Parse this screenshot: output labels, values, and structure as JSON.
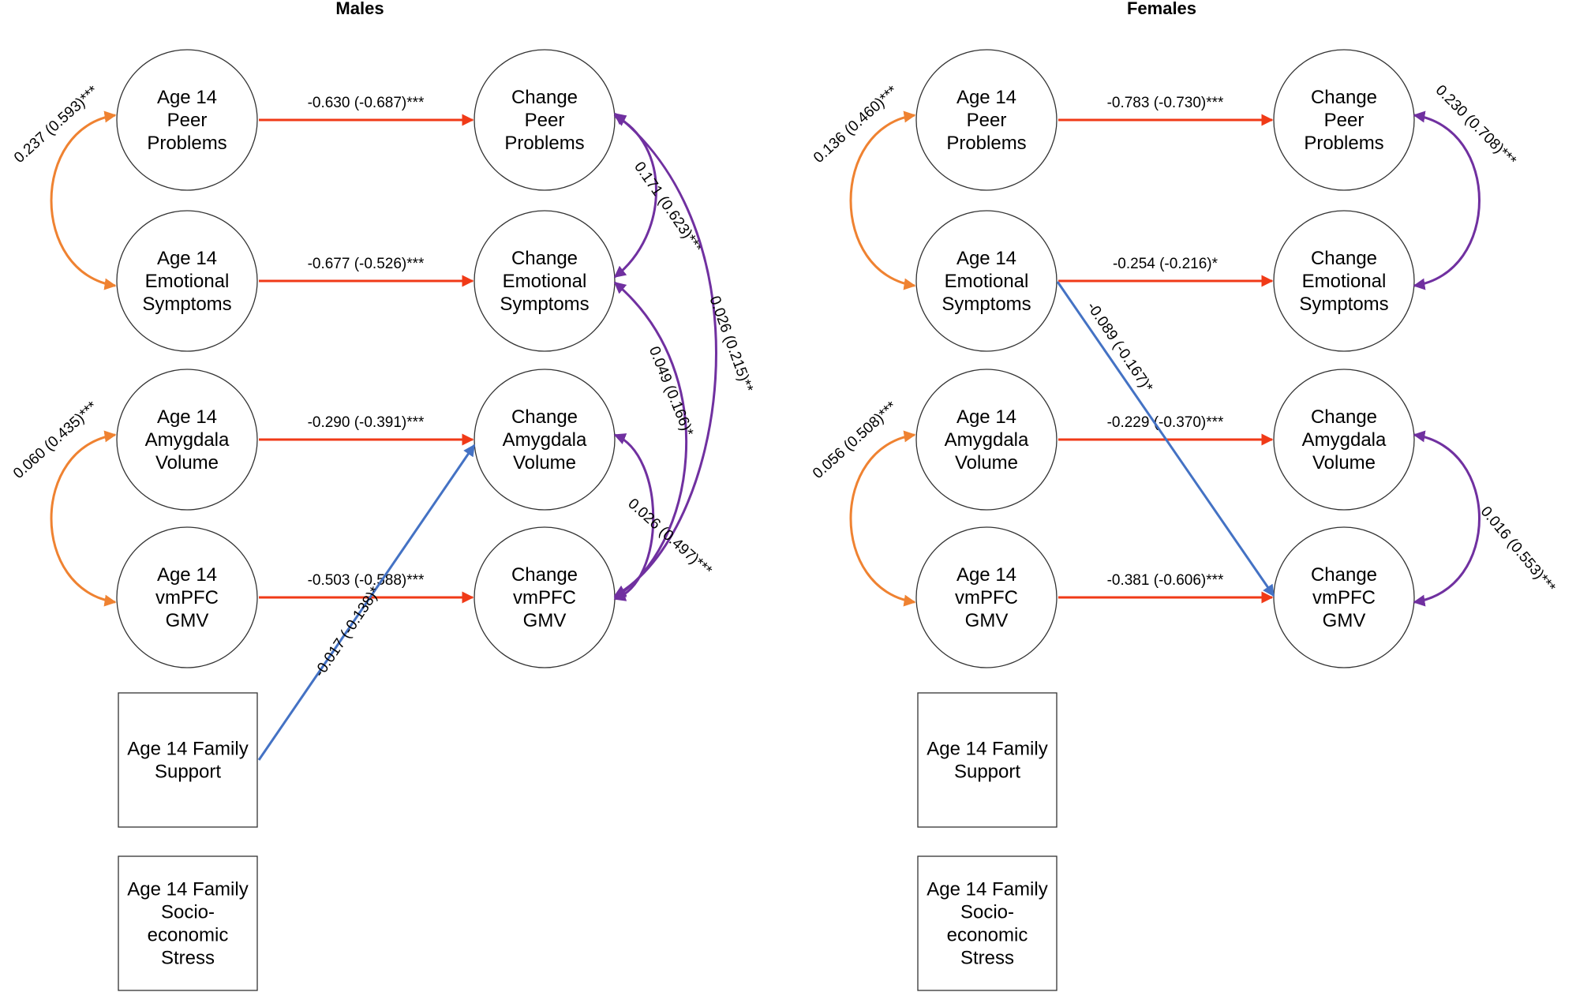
{
  "panels": [
    {
      "id": "males",
      "title": "Males",
      "nodes": {
        "age14_peer": [
          "Age 14",
          "Peer",
          "Problems"
        ],
        "age14_emo": [
          "Age 14",
          "Emotional",
          "Symptoms"
        ],
        "age14_amy": [
          "Age 14",
          "Amygdala",
          "Volume"
        ],
        "age14_vmpfc": [
          "Age 14",
          "vmPFC",
          "GMV"
        ],
        "chg_peer": [
          "Change",
          "Peer",
          "Problems"
        ],
        "chg_emo": [
          "Change",
          "Emotional",
          "Symptoms"
        ],
        "chg_amy": [
          "Change",
          "Amygdala",
          "Volume"
        ],
        "chg_vmpfc": [
          "Change",
          "vmPFC",
          "GMV"
        ],
        "family_support": [
          "Age 14 Family",
          "Support"
        ],
        "family_ses": [
          "Age 14 Family",
          "Socio-",
          "economic",
          "Stress"
        ]
      },
      "edges": {
        "peer_path": "-0.630 (-0.687)***",
        "emo_path": "-0.677 (-0.526)***",
        "amy_path": "-0.290 (-0.391)***",
        "vmpfc_path": "-0.503 (-0.588)***",
        "support_to_amy": "-0.017 (-0.138)*",
        "cov_age_peer_emo": "0.237 (0.593)***",
        "cov_age_amy_vmpfc": "0.060 (0.435)***",
        "cov_chg_peer_emo": "0.171 (0.623)***",
        "cov_chg_peer_vmpfc": "0.026 (0.215)**",
        "cov_chg_emo_vmpfc": "0.049 (0.166)*",
        "cov_chg_amy_vmpfc": "0.026 (0.497)***"
      }
    },
    {
      "id": "females",
      "title": "Females",
      "nodes": {
        "age14_peer": [
          "Age 14",
          "Peer",
          "Problems"
        ],
        "age14_emo": [
          "Age 14",
          "Emotional",
          "Symptoms"
        ],
        "age14_amy": [
          "Age 14",
          "Amygdala",
          "Volume"
        ],
        "age14_vmpfc": [
          "Age 14",
          "vmPFC",
          "GMV"
        ],
        "chg_peer": [
          "Change",
          "Peer",
          "Problems"
        ],
        "chg_emo": [
          "Change",
          "Emotional",
          "Symptoms"
        ],
        "chg_amy": [
          "Change",
          "Amygdala",
          "Volume"
        ],
        "chg_vmpfc": [
          "Change",
          "vmPFC",
          "GMV"
        ],
        "family_support": [
          "Age 14 Family",
          "Support"
        ],
        "family_ses": [
          "Age 14 Family",
          "Socio-",
          "economic",
          "Stress"
        ]
      },
      "edges": {
        "peer_path": "-0.783 (-0.730)***",
        "emo_path": "-0.254 (-0.216)*",
        "amy_path": "-0.229 (-0.370)***",
        "vmpfc_path": "-0.381 (-0.606)***",
        "emo_to_vmpfc": "-0.089 (-0.167)*",
        "cov_age_peer_emo": "0.136 (0.460)***",
        "cov_age_amy_vmpfc": "0.056 (0.508)***",
        "cov_chg_peer_emo": "0.230 (0.708)***",
        "cov_chg_amy_vmpfc": "0.016 (0.553)***"
      }
    }
  ],
  "colors": {
    "regression": "#f03a17",
    "age_covariance": "#ef8231",
    "change_covariance": "#7030a0",
    "cross_path": "#4472c4",
    "node_stroke": "#333333"
  }
}
